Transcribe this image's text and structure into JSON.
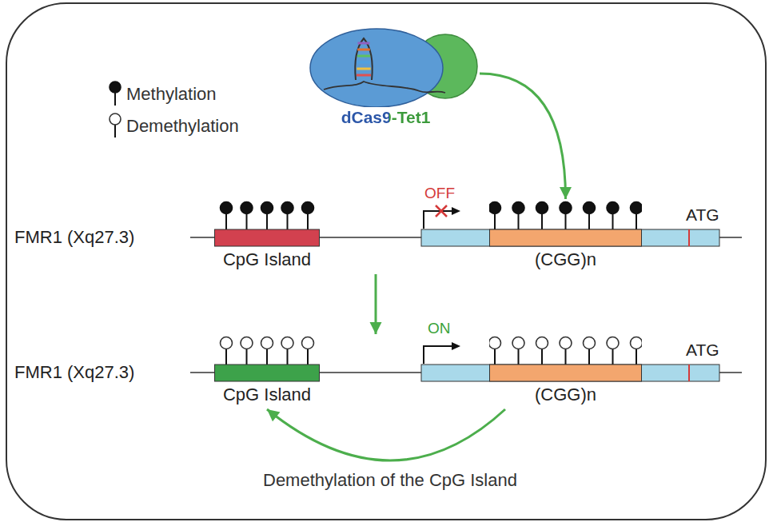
{
  "diagram": {
    "nodes": [
      {
        "text": [
          "dCas9-Tet1"
        ]
      },
      {
        "text": [
          "CpG Island"
        ]
      },
      {
        "text": [
          "(CGG)n"
        ]
      },
      {
        "text": [
          "CpG Island"
        ]
      },
      {
        "text": [
          "(CGG)n"
        ]
      }
    ],
    "edges": [
      {
        "from": 0,
        "to": 2,
        "arrow": "to"
      },
      {
        "from": 1,
        "to": 3,
        "arrow": "to"
      },
      {
        "from": 4,
        "to": 3,
        "label": "Demethylation of the CpG Island",
        "arrow": "to"
      }
    ],
    "labels": [
      "FMR1 (Xq27.3)",
      "OFF",
      "ATG",
      "FMR1 (Xq27.3)",
      "ON",
      "ATG"
    ],
    "legend": [
      {
        "text": "Methylation"
      },
      {
        "text": "Demethylation"
      }
    ]
  }
}
